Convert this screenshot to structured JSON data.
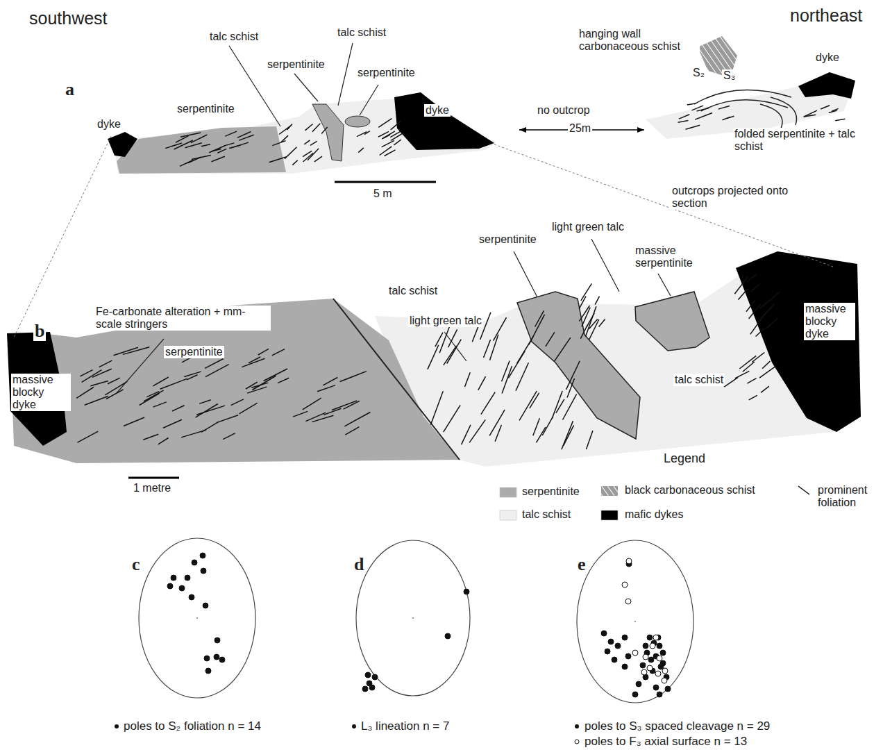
{
  "diagram": {
    "labels": [
      "southwest",
      "northeast",
      "a",
      "talc schist",
      "talc schist",
      "serpentinite",
      "serpentinite",
      "hanging wall carbonaceous schist",
      "S₂",
      "S₃",
      "dyke",
      "dyke",
      "serpentinite",
      "dyke",
      "no outcrop",
      "25m",
      "folded serpentinite + talc schist",
      "5 m",
      "outcrops projected onto section",
      "serpentinite",
      "light green talc",
      "massive serpentinite",
      "talc schist",
      "light green talc",
      "Fe-carbonate alteration + mm-scale stringers",
      "b",
      "massive blocky dyke",
      "serpentinite",
      "massive blocky dyke",
      "talc schist",
      "1 metre",
      "Legend",
      "c",
      "d",
      "e",
      "poles to S₂ foliation n = 14",
      "L₃ lineation n = 7",
      "poles to S₃ spaced cleavage n = 29",
      "poles to F₃ axial surface n = 13"
    ],
    "legend": [
      {
        "text": "serpentinite",
        "color": "#ababab"
      },
      {
        "text": "talc schist",
        "color": "#efefef"
      },
      {
        "text": "black carbonaceous schist"
      },
      {
        "text": "mafic dykes",
        "color": "#000000"
      },
      {
        "text": "prominent foliation"
      }
    ]
  }
}
